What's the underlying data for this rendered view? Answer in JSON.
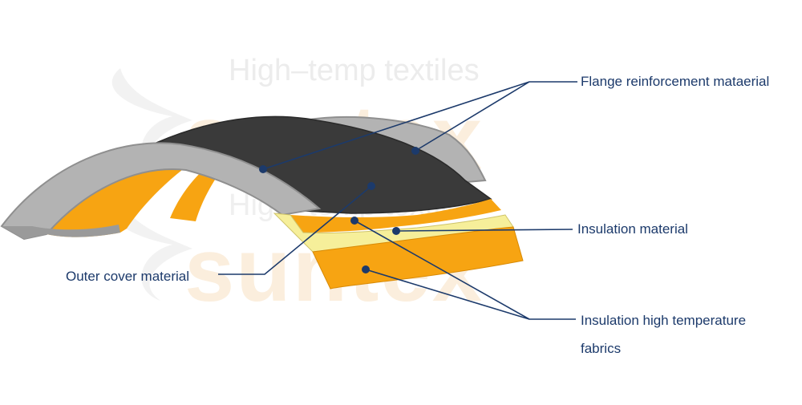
{
  "watermark": {
    "tagline": "High–temp textiles",
    "brand": "suntex"
  },
  "colors": {
    "outer_cover": "#3a3a3a",
    "flange": "#b3b3b3",
    "flange_edge": "#8f8f8f",
    "insulation": "#f6ef9a",
    "fabric": "#f7a412",
    "fabric_dark": "#d88a06",
    "leader": "#1c3a6b"
  },
  "labels": {
    "flange": "Flange reinforcement mataerial",
    "insulation": "Insulation material",
    "outer_cover": "Outer cover material",
    "fabrics_line1": "Insulation high temperature",
    "fabrics_line2": "fabrics"
  }
}
